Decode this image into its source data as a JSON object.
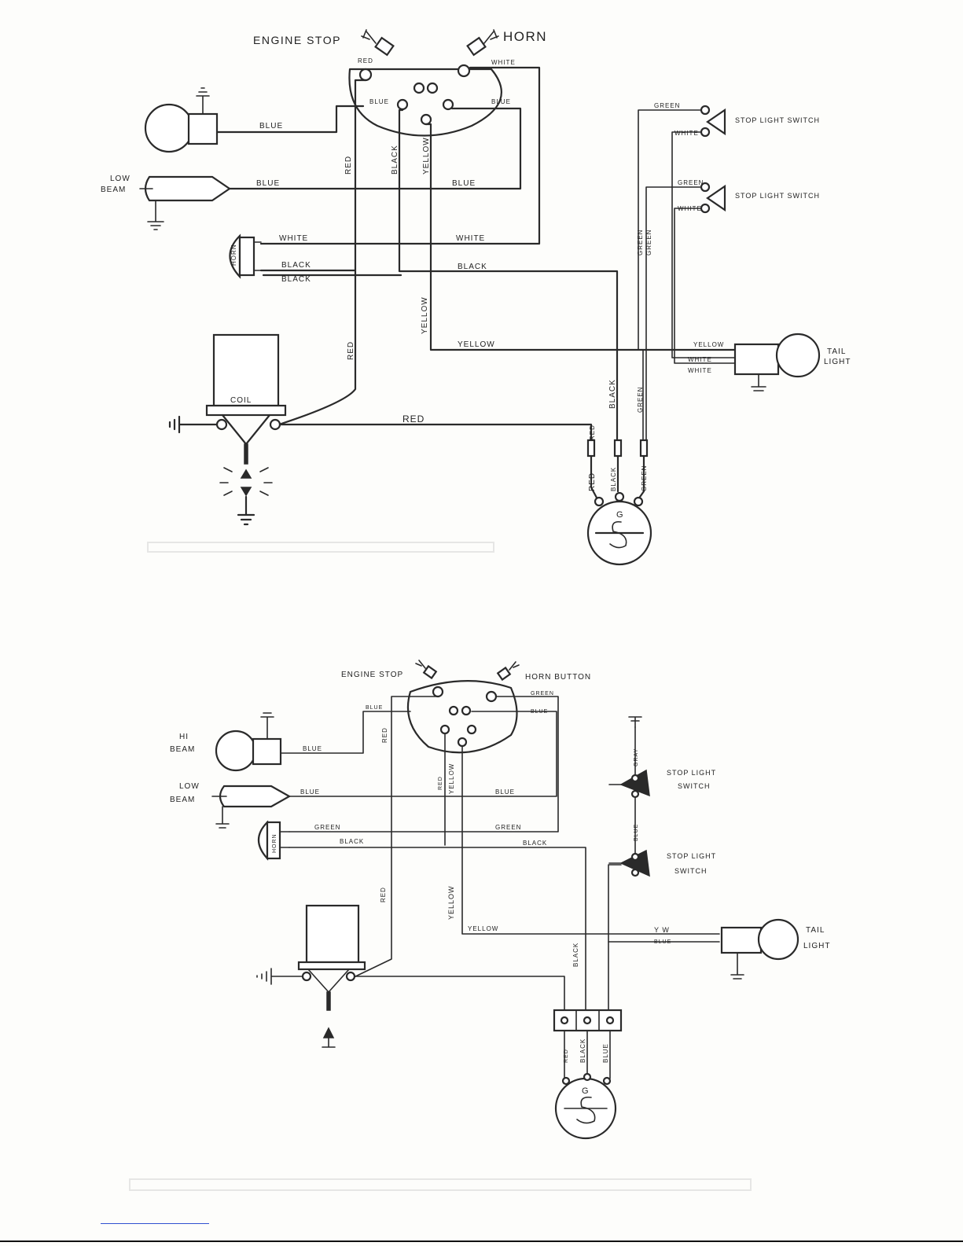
{
  "diagram_top": {
    "engine_stop": "ENGINE STOP",
    "horn": "HORN",
    "low_beam": [
      "LOW",
      "BEAM"
    ],
    "horn_device": "HORN",
    "coil": "COIL",
    "stop_light_switch_1": "STOP LIGHT SWITCH",
    "stop_light_switch_2": "STOP LIGHT SWITCH",
    "tail_light": [
      "TAIL",
      "LIGHT"
    ],
    "generator": "G",
    "wires": {
      "red": "RED",
      "white": "WHITE",
      "blue": "BLUE",
      "black": "BLACK",
      "yellow": "YELLOW",
      "green": "GREEN"
    }
  },
  "diagram_bottom": {
    "engine_stop": "ENGINE STOP",
    "horn_button": "HORN BUTTON",
    "hi_beam": [
      "HI",
      "BEAM"
    ],
    "low_beam": [
      "LOW",
      "BEAM"
    ],
    "horn_device": "HORN",
    "stop_light_switch_1": [
      "STOP LIGHT",
      "SWITCH"
    ],
    "stop_light_switch_2": [
      "STOP LIGHT",
      "SWITCH"
    ],
    "tail_light": [
      "TAIL",
      "LIGHT"
    ],
    "generator": "G",
    "wires": {
      "red": "RED",
      "blue": "BLUE",
      "green": "GREEN",
      "black": "BLACK",
      "yellow": "YELLOW",
      "gray": "GRAY",
      "y_w": "Y W"
    }
  }
}
